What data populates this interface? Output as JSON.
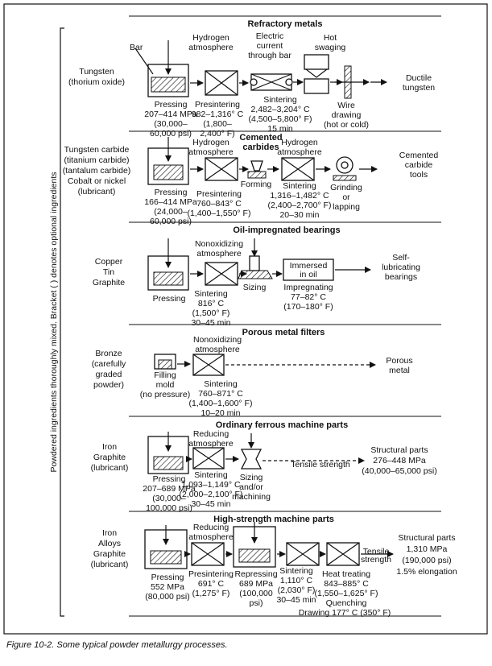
{
  "side_note": "Powdered ingredients thoroughly mixed. Bracket ( ) denotes optional ingredients",
  "caption": "Figure 10-2. Some typical powder metallurgy processes.",
  "sections": [
    {
      "title": "Refractory metals",
      "ingredients": [
        "Tungsten",
        "(thorium oxide)"
      ],
      "labels": {
        "bar": "Bar",
        "atmo": [
          "Hydrogen",
          "atmosphere"
        ],
        "current": [
          "Electric",
          "current",
          "through bar"
        ],
        "hot": [
          "Hot",
          "swaging"
        ],
        "press": [
          "Pressing",
          "207–414 MPa",
          "(30,000–",
          "60,000 psi)"
        ],
        "presinter": [
          "Presintering",
          "982–1,316° C",
          "(1,800–",
          "2,400° F)"
        ],
        "sinter": [
          "Sintering",
          "2,482–3,204° C",
          "(4,500–5,800° F)",
          "15 min"
        ],
        "wire": [
          "Wire",
          "drawing",
          "(hot or cold)"
        ],
        "result": [
          "Ductile",
          "tungsten"
        ]
      }
    },
    {
      "title": "Cemented carbides",
      "title_lines": [
        "Cemented",
        "carbides"
      ],
      "ingredients": [
        "Tungsten carbide",
        "(titanium carbide)",
        "(tantalum carbide)",
        "Cobalt or nickel",
        "(lubricant)"
      ],
      "labels": {
        "atmo1": [
          "Hydrogen",
          "atmosphere"
        ],
        "atmo2": [
          "Hydrogen",
          "atmosphere"
        ],
        "press": [
          "Pressing",
          "166–414 MPa",
          "(24,000–",
          "60,000 psi)"
        ],
        "presinter": [
          "Presintering",
          "760–843° C",
          "(1,400–1,550° F)"
        ],
        "forming": "Forming",
        "sinter": [
          "Sintering",
          "1,316–1,482° C",
          "(2,400–2,700° F)",
          "20–30 min"
        ],
        "grind": [
          "Grinding",
          "or",
          "lapping"
        ],
        "result": [
          "Cemented",
          "carbide",
          "tools"
        ]
      }
    },
    {
      "title": "Oil-impregnated bearings",
      "ingredients": [
        "Copper",
        "Tin",
        "Graphite"
      ],
      "labels": {
        "atmo": [
          "Nonoxidizing",
          "atmosphere"
        ],
        "press": "Pressing",
        "sinter": [
          "Sintering",
          "816° C",
          "(1,500° F)",
          "30–45 min"
        ],
        "sizing": "Sizing",
        "immersed": [
          "Immersed",
          "in oil"
        ],
        "impreg": [
          "Impregnating",
          "77–82° C",
          "(170–180° F)"
        ],
        "result": [
          "Self-",
          "lubricating",
          "bearings"
        ]
      }
    },
    {
      "title": "Porous metal filters",
      "ingredients": [
        "Bronze",
        "(carefully",
        "graded",
        "powder)"
      ],
      "labels": {
        "atmo": [
          "Nonoxidizing",
          "atmosphere"
        ],
        "fill": [
          "Filling",
          "mold",
          "(no pressure)"
        ],
        "sinter": [
          "Sintering",
          "760–871° C",
          "(1,400–1,600° F)",
          "10–20 min"
        ],
        "result": [
          "Porous",
          "metal"
        ]
      }
    },
    {
      "title": "Ordinary ferrous machine parts",
      "ingredients": [
        "Iron",
        "Graphite",
        "(lubricant)"
      ],
      "labels": {
        "atmo": [
          "Reducing",
          "atmosphere"
        ],
        "press": [
          "Pressing",
          "207–689 MPa",
          "(30,000–",
          "100,000 psi)"
        ],
        "sinter": [
          "Sintering",
          "1,093–1,149° C",
          "(2,000–2,100° F)",
          "30–45 min"
        ],
        "sizing": [
          "Sizing",
          "and/or",
          "machining"
        ],
        "tensile": "Tensile strength",
        "result": [
          "Structural parts",
          "276–448 MPa",
          "(40,000–65,000 psi)"
        ]
      }
    },
    {
      "title": "High-strength machine parts",
      "ingredients": [
        "Iron",
        "Alloys",
        "Graphite",
        "(lubricant)"
      ],
      "labels": {
        "atmo": [
          "Reducing",
          "atmosphere"
        ],
        "press": [
          "Pressing",
          "552 MPa",
          "(80,000 psi)"
        ],
        "presinter": [
          "Presintering",
          "691° C",
          "(1,275° F)"
        ],
        "repress": [
          "Repressing",
          "689 MPa",
          "(100,000",
          "psi)"
        ],
        "sinter": [
          "Sintering",
          "1,110° C",
          "(2,030° F)",
          "30–45 min"
        ],
        "heat": [
          "Heat treating",
          "843–885° C",
          "(1,550–1,625° F)"
        ],
        "quench": "Quenching",
        "draw": "Drawing 177° C (350° F)",
        "tensile": [
          "Tensile",
          "strength"
        ],
        "result": [
          "Structural parts",
          "1,310 MPa",
          "(190,000 psi)",
          "1.5% elongation"
        ]
      }
    }
  ]
}
